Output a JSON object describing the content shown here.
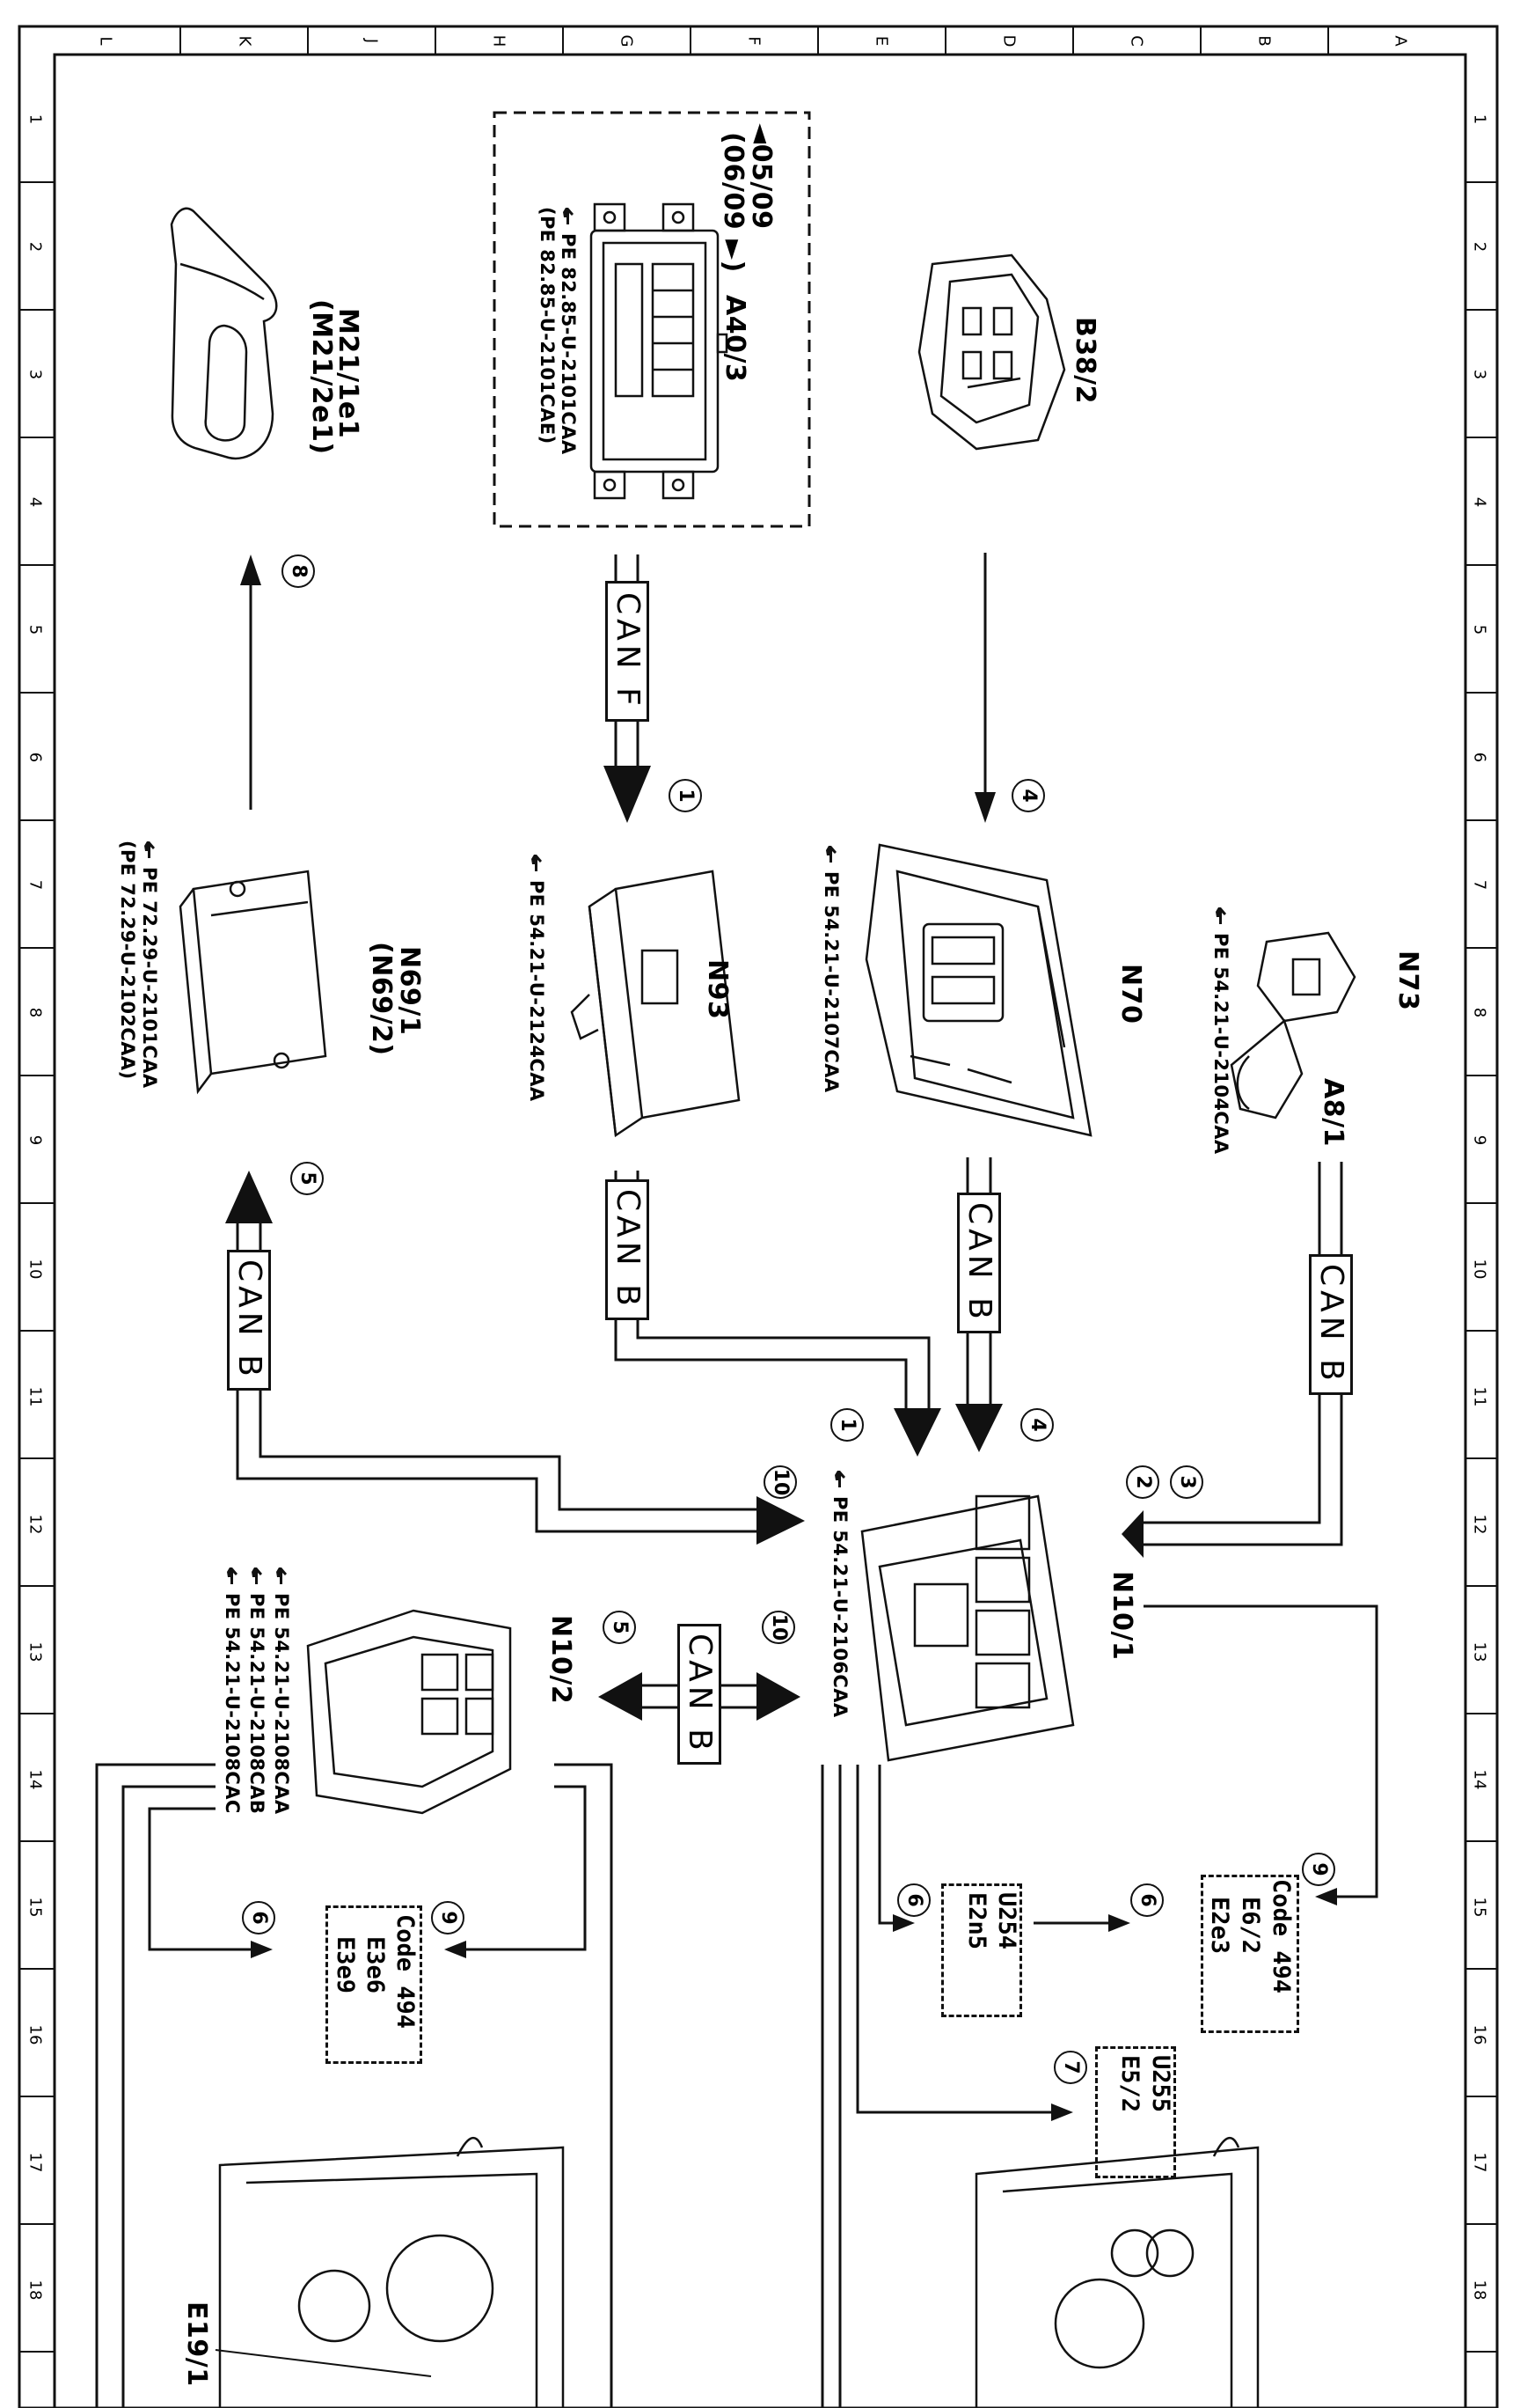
{
  "grid": {
    "columns_top": [
      "L",
      "K",
      "J",
      "H",
      "G",
      "F",
      "E",
      "D",
      "C",
      "B",
      "A"
    ],
    "rows_side": [
      "1",
      "2",
      "3",
      "4",
      "5",
      "6",
      "7",
      "8",
      "9",
      "10",
      "11",
      "12",
      "13",
      "14",
      "15",
      "16",
      "17",
      "18"
    ]
  },
  "components": {
    "a40_3": {
      "label": "A40/3",
      "date_range_1": "◄05/09",
      "date_range_2": "(06/09 ►)",
      "pe_1": "PE 82.85-U-2101CAA",
      "pe_2": "(PE 82.85-U-2101CAE)"
    },
    "b38_2": {
      "label": "B38/2"
    },
    "m21": {
      "label": "M21/1e1",
      "label_alt": "(M21/2e1)"
    },
    "n93": {
      "label": "N93",
      "pe": "PE 54.21-U-2124CAA"
    },
    "n70": {
      "label": "N70",
      "pe": "PE 54.21-U-2107CAA"
    },
    "n73": {
      "label": "N73",
      "sublabel": "A8/1",
      "pe": "PE 54.21-U-2104CAA"
    },
    "n69": {
      "label": "N69/1",
      "label_alt": "(N69/2)",
      "pe_1": "PE 72.29-U-2101CAA",
      "pe_2": "(PE 72.29-U-2102CAA)"
    },
    "n10_1": {
      "label": "N10/1",
      "pe": "PE 54.21-U-2106CAA"
    },
    "n10_2": {
      "label": "N10/2",
      "pe_1": "PE 54.21-U-2108CAA",
      "pe_2": "PE 54.21-U-2108CAB",
      "pe_3": "PE 54.21-U-2108CAC"
    },
    "u254": {
      "line1": "U254",
      "line2": "E2n5"
    },
    "e6_2": {
      "line1": "Code 494",
      "line2": "E6/2",
      "line3": "E2e3"
    },
    "u255": {
      "line1": "U255",
      "line2": "E5/2"
    },
    "code494_left": {
      "line1": "Code 494",
      "line2": "E3e6",
      "line3": "E3e9"
    },
    "e19_1": {
      "label": "E19/1"
    }
  },
  "buses": {
    "can_f": "CAN F",
    "can_b_n93": "CAN B",
    "can_b_n70": "CAN B",
    "can_b_n73": "CAN B",
    "can_b_n69": "CAN B",
    "can_b_n10": "CAN B"
  },
  "signals": {
    "s1a": "1",
    "s1b": "1",
    "s2": "2",
    "s3": "3",
    "s4a": "4",
    "s4b": "4",
    "s5a": "5",
    "s5b": "5",
    "s6a": "6",
    "s6b": "6",
    "s6c": "6",
    "s7": "7",
    "s8": "8",
    "s9a": "9",
    "s9b": "9",
    "s10a": "10",
    "s10b": "10"
  }
}
